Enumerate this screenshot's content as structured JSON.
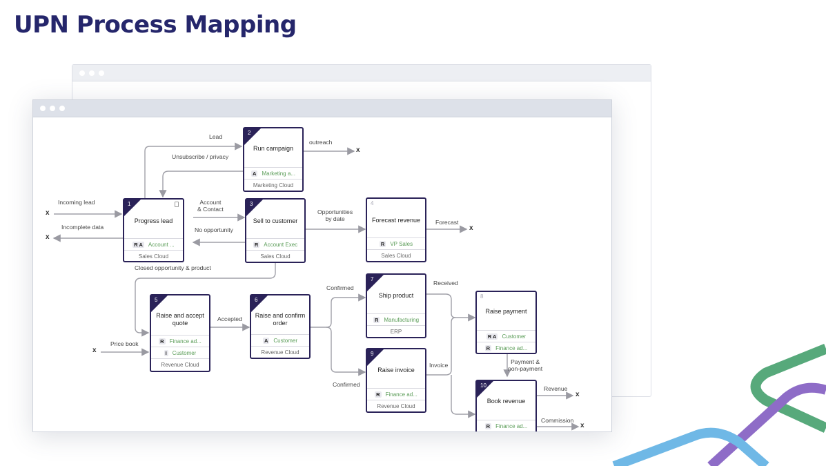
{
  "title": "UPN Process Mapping",
  "nodes": [
    {
      "num": "1",
      "title": "Progress lead",
      "roles": [
        {
          "code": "R A",
          "label": "Account ..."
        }
      ],
      "system": "Sales Cloud"
    },
    {
      "num": "2",
      "title": "Run campaign",
      "roles": [
        {
          "code": "A",
          "label": "Marketing a..."
        }
      ],
      "system": "Marketing Cloud"
    },
    {
      "num": "3",
      "title": "Sell to customer",
      "roles": [
        {
          "code": "R",
          "label": "Account Exec"
        }
      ],
      "system": "Sales Cloud"
    },
    {
      "num": "4",
      "title": "Forecast revenue",
      "roles": [
        {
          "code": "R",
          "label": "VP Sales"
        }
      ],
      "system": "Sales Cloud"
    },
    {
      "num": "5",
      "title_lines": [
        "Raise and accept",
        "quote"
      ],
      "roles": [
        {
          "code": "R",
          "label": "Finance ad..."
        },
        {
          "code": "I",
          "label": "Customer"
        }
      ],
      "system": "Revenue Cloud"
    },
    {
      "num": "6",
      "title_lines": [
        "Raise and confirm",
        "order"
      ],
      "roles": [
        {
          "code": "A",
          "label": "Customer"
        }
      ],
      "system": "Revenue Cloud"
    },
    {
      "num": "7",
      "title": "Ship product",
      "roles": [
        {
          "code": "R",
          "label": "Manufacturing"
        }
      ],
      "system": "ERP"
    },
    {
      "num": "8",
      "title": "Raise payment",
      "roles": [
        {
          "code": "R A",
          "label": "Customer"
        },
        {
          "code": "R",
          "label": "Finance ad..."
        }
      ]
    },
    {
      "num": "9",
      "title": "Raise invoice",
      "roles": [
        {
          "code": "R",
          "label": "Finance ad..."
        }
      ],
      "system": "Revenue Cloud"
    },
    {
      "num": "10",
      "title": "Book revenue",
      "roles": [
        {
          "code": "R",
          "label": "Finance ad..."
        }
      ]
    }
  ],
  "labels": {
    "lead": "Lead",
    "unsubscribe": "Unsubscribe / privacy",
    "outreach": "outreach",
    "incoming_lead": "Incoming lead",
    "incomplete_data": "Incomplete data",
    "account_contact_1": "Account",
    "account_contact_2": "& Contact",
    "no_opportunity": "No opportunity",
    "opps_by_date_1": "Opportunities",
    "opps_by_date_2": "by date",
    "forecast": "Forecast",
    "closed_opp": "Closed opportunity & product",
    "price_book": "Price book",
    "accepted": "Accepted",
    "confirmed_top": "Confirmed",
    "confirmed_bottom": "Confirmed",
    "received": "Received",
    "invoice": "Invoice",
    "payment_1": "Payment &",
    "payment_2": "non-payment",
    "revenue": "Revenue",
    "commission": "Commission"
  },
  "terminal_mark": "x",
  "colors": {
    "title": "#25266b",
    "node_border": "#2a2258",
    "role_text": "#5a9c57",
    "deco_green": "#57a97b",
    "deco_purple": "#8e6cc7",
    "deco_blue": "#6fb8e6"
  }
}
